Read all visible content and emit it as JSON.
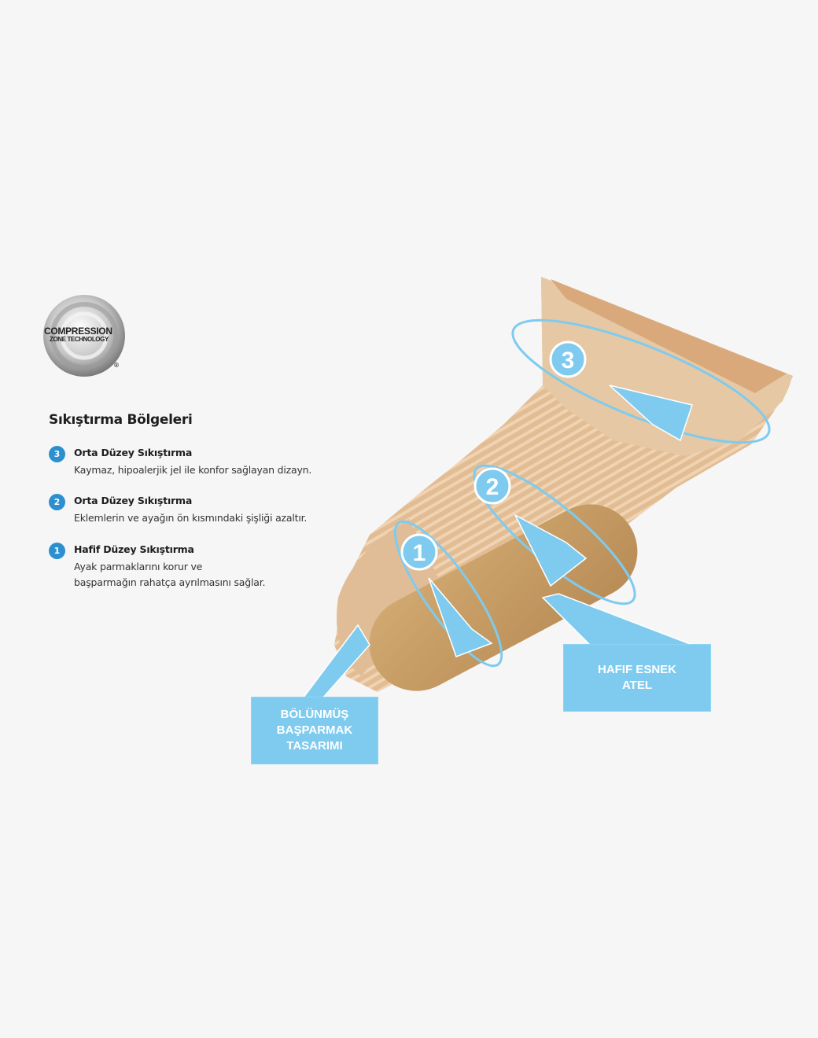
{
  "logo": {
    "line1": "COMPRESSION",
    "line2": "ZONE TECHNOLOGY",
    "registered": "®"
  },
  "title": "Sıkıştırma Bölgeleri",
  "zones": [
    {
      "number": "3",
      "heading": "Orta Düzey Sıkıştırma",
      "description": "Kaymaz, hipoalerjik jel ile konfor sağlayan dizayn."
    },
    {
      "number": "2",
      "heading": "Orta Düzey Sıkıştırma",
      "description": "Eklemlerin ve ayağın ön kısmındaki şişliği azaltır."
    },
    {
      "number": "1",
      "heading": "Hafif Düzey Sıkıştırma",
      "description_line1": "Ayak parmaklarını korur ve",
      "description_line2": "başparmağın rahatça ayrılmasını sağlar."
    }
  ],
  "callouts": {
    "split_toe": {
      "line1": "BÖLÜNMÜŞ",
      "line2": "BAŞPARMAK",
      "line3": "TASARIMI"
    },
    "splint": {
      "line1": "HAFIF ESNEK",
      "line2": "ATEL"
    }
  },
  "colors": {
    "accent": "#2b8fd0",
    "callout": "#7ecbef",
    "sock": "#e3bf97",
    "splint": "#c49a62",
    "background": "#f6f6f6"
  }
}
